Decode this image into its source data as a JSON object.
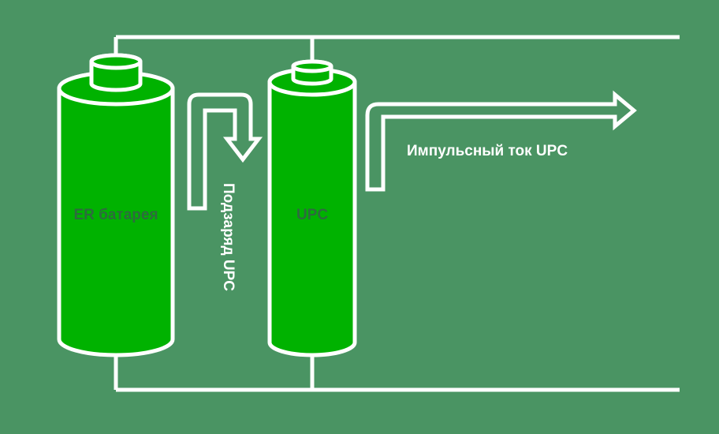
{
  "colors": {
    "background": "#4a9463",
    "cell_fill": "#00b200",
    "outline": "#ffffff",
    "cell_label_text": "#2d6b3e"
  },
  "cells": {
    "er_battery_label": "ER батарея",
    "upc_label": "UPC"
  },
  "flows": {
    "recharge_label": "Подзаряд UPC",
    "pulse_current_label": "Импульсный ток UPC"
  }
}
